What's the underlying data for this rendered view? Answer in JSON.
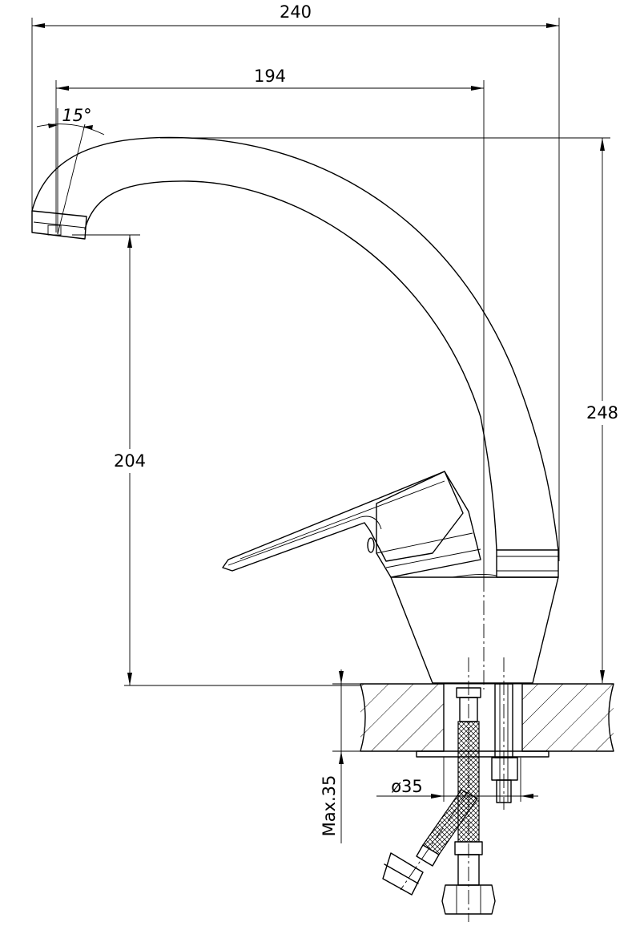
{
  "dimensions": {
    "overall_width": "240",
    "spout_reach": "194",
    "overall_height": "248",
    "spout_height": "204",
    "spout_angle": "15°",
    "hole_diameter": "ø35",
    "max_counter_thickness": "Max.35"
  }
}
